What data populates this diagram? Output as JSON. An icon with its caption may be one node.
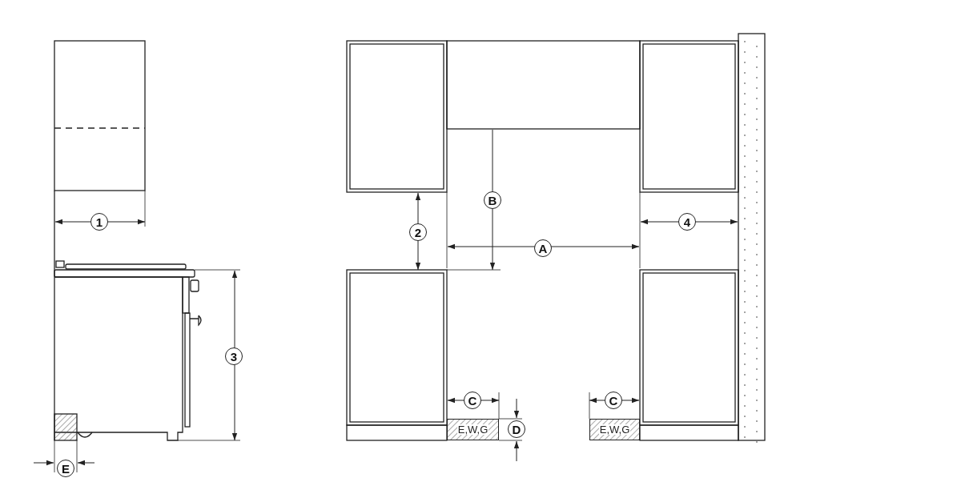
{
  "diagram": {
    "nodes": [
      {
        "text": [
          "E,W,G"
        ]
      },
      {
        "text": [
          "E,W,G"
        ]
      }
    ],
    "labels": [
      "B",
      "1",
      "4",
      "2",
      "A",
      "3",
      "C",
      "C",
      "D",
      "E"
    ]
  }
}
